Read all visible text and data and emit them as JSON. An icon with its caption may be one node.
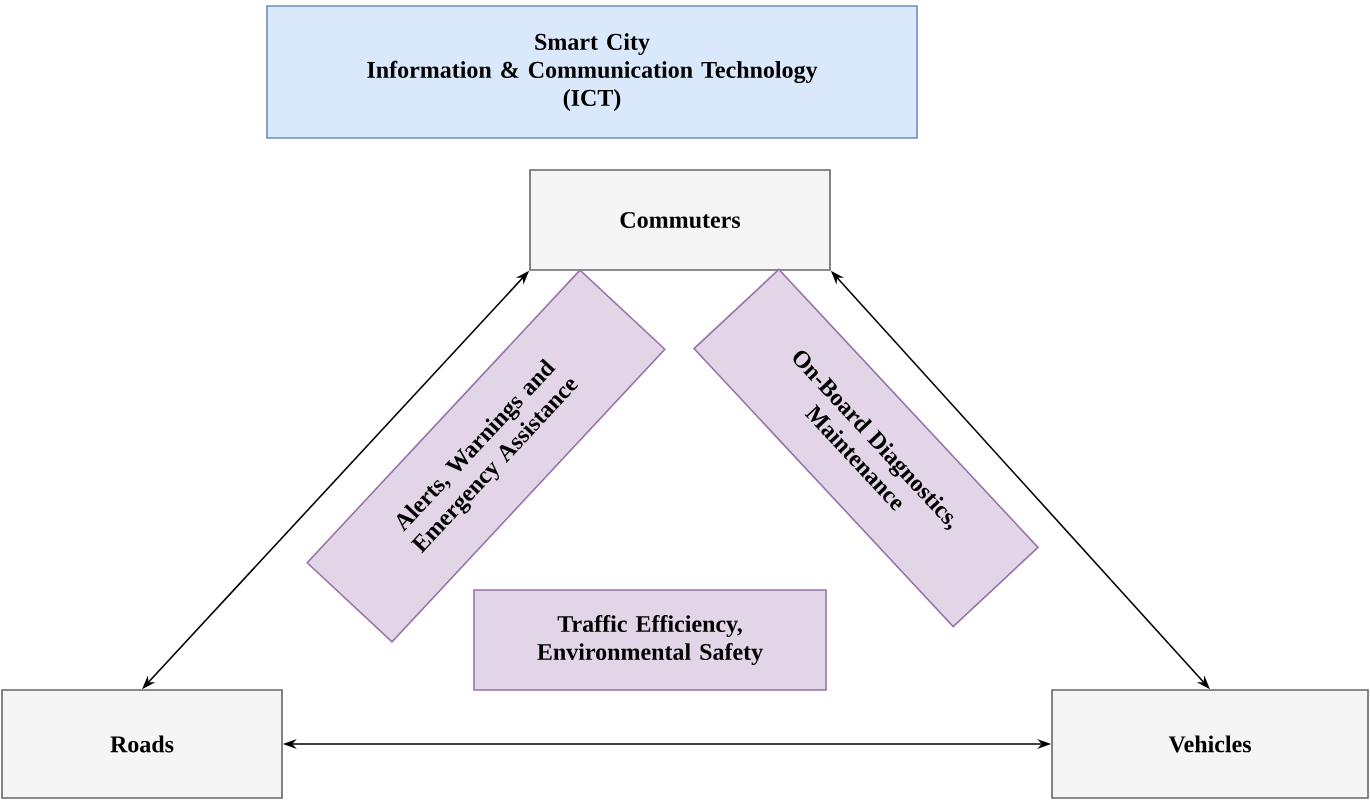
{
  "diagram": {
    "nodes": [
      {
        "text": [
          "Smart City",
          "Information & Communication Technology",
          "(ICT)"
        ]
      },
      {
        "text": [
          "Commuters"
        ]
      },
      {
        "text": [
          "Roads"
        ]
      },
      {
        "text": [
          "Vehicles"
        ]
      },
      {
        "text": [
          "Alerts, Warnings and Emergency Assistance"
        ]
      },
      {
        "text": [
          "On-Board Diagnostics, Maintenance"
        ]
      },
      {
        "text": [
          "Traffic Efficiency, Environmental Safety"
        ]
      }
    ],
    "edges": [
      {
        "from": 1,
        "to": 2,
        "arrow": "both"
      },
      {
        "from": 1,
        "to": 3,
        "arrow": "both"
      },
      {
        "from": 2,
        "to": 3,
        "arrow": "both"
      }
    ]
  }
}
